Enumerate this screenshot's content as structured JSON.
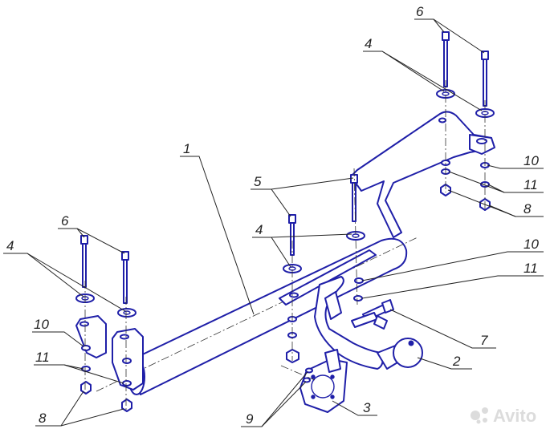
{
  "callouts": {
    "c1": "1",
    "c2": "2",
    "c3": "3",
    "c4_top": "4",
    "c4_mid": "4",
    "c4_left": "4",
    "c5": "5",
    "c6_top": "6",
    "c6_left": "6",
    "c7": "7",
    "c8_right": "8",
    "c8_left": "8",
    "c9": "9",
    "c10_right_top": "10",
    "c10_right_mid": "10",
    "c10_left": "10",
    "c11_right_top": "11",
    "c11_right_mid": "11",
    "c11_left": "11"
  },
  "watermark": "Avito",
  "colors": {
    "line": "#1f1fa8",
    "text": "#222222"
  }
}
